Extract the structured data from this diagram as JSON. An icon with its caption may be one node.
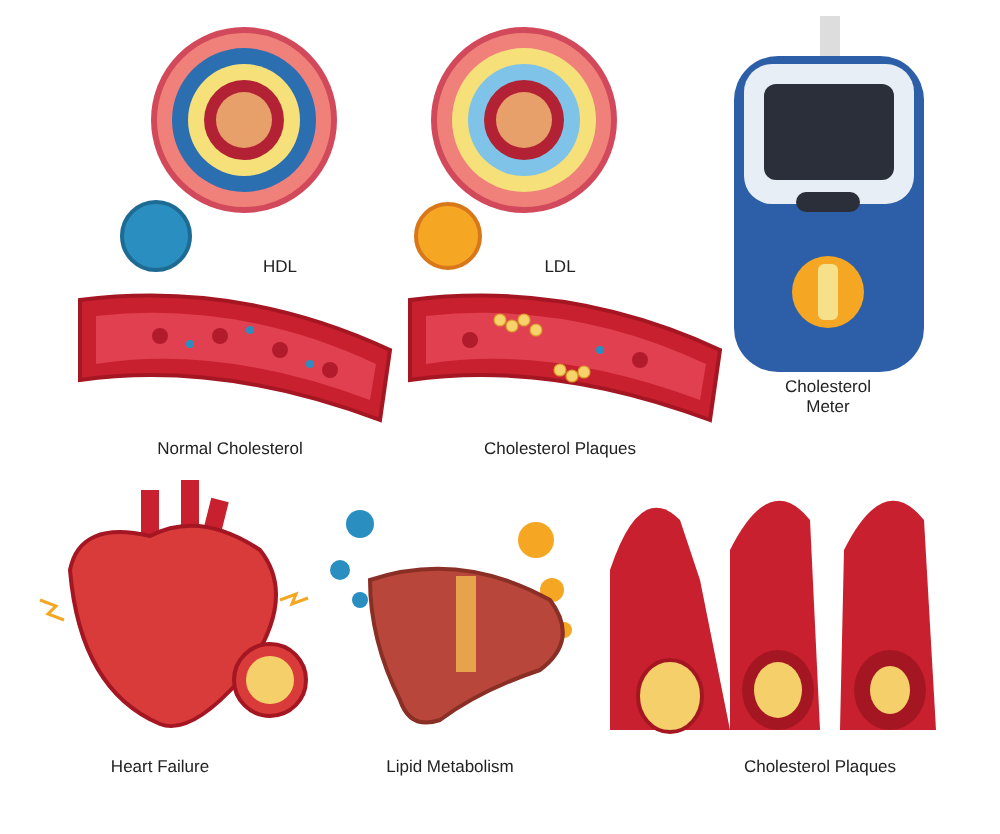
{
  "diagram": {
    "labels": [
      "HDL",
      "LDL",
      "Cholesterol Meter",
      "Normal Cholesterol",
      "Cholesterol Plaques",
      "Heart Failure",
      "Lipid Metabolism",
      "Cholesterol Plaques"
    ]
  }
}
